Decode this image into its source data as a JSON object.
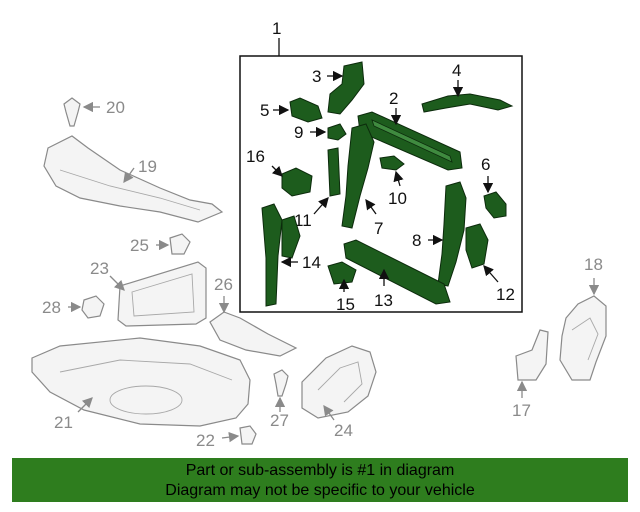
{
  "diagram": {
    "callouts": {
      "c1": "1",
      "c2": "2",
      "c3": "3",
      "c4": "4",
      "c5": "5",
      "c6": "6",
      "c7": "7",
      "c8": "8",
      "c9": "9",
      "c10": "10",
      "c11": "11",
      "c12": "12",
      "c13": "13",
      "c14": "14",
      "c15": "15",
      "c16": "16",
      "c17": "17",
      "c18": "18",
      "c19": "19",
      "c20": "20",
      "c21": "21",
      "c22": "22",
      "c23": "23",
      "c24": "24",
      "c25": "25",
      "c26": "26",
      "c27": "27",
      "c28": "28"
    },
    "colors": {
      "highlight_part": "#1d5c1d",
      "other_part_outline": "#8a8a8a",
      "banner": "#2e7d1e"
    }
  },
  "footer": {
    "line1": "Part or sub-assembly is #1 in diagram",
    "line2": "Diagram may not be specific to your vehicle"
  }
}
